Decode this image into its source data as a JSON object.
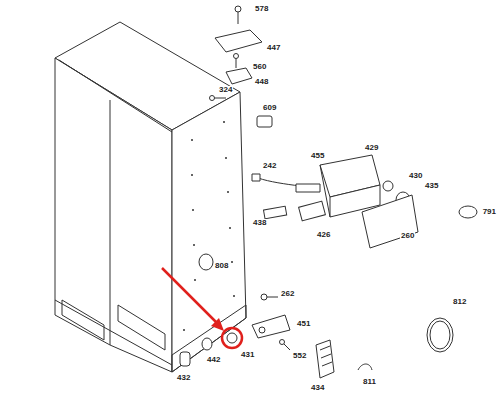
{
  "diagram": {
    "labels": [
      "578",
      "447",
      "560",
      "448",
      "324",
      "609",
      "242",
      "455",
      "429",
      "430",
      "435",
      "791",
      "438",
      "426",
      "260",
      "808",
      "262",
      "451",
      "812",
      "431",
      "442",
      "552",
      "811",
      "434",
      "432"
    ]
  }
}
